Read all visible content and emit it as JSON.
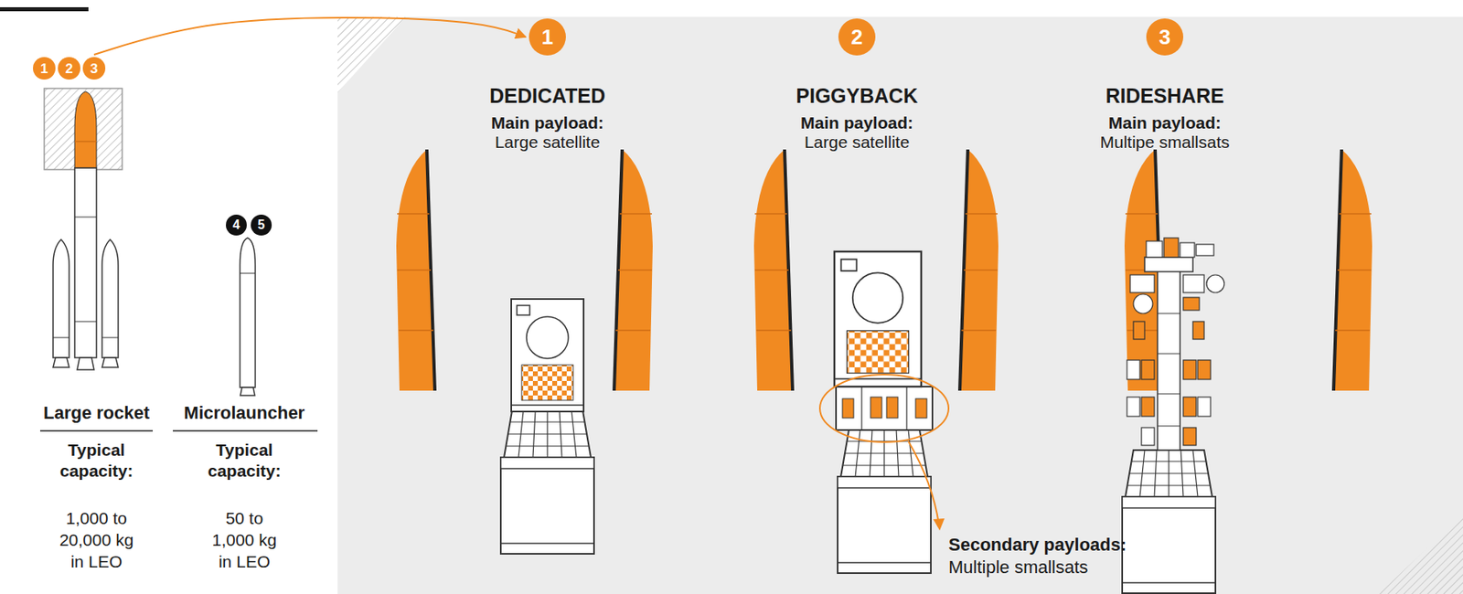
{
  "diagram": {
    "nodes": [
      {
        "text": [
          "1"
        ]
      },
      {
        "text": [
          "2"
        ]
      },
      {
        "text": [
          "3"
        ]
      },
      {
        "text": [
          "4"
        ]
      },
      {
        "text": [
          "5"
        ]
      },
      {
        "text": [
          "1"
        ]
      },
      {
        "text": [
          "2"
        ]
      },
      {
        "text": [
          "3"
        ]
      }
    ],
    "edges": [
      {
        "from": 2,
        "to": 5,
        "arrow": "to"
      }
    ],
    "labels": [
      "DEDICATED",
      "Main payload:",
      "Large satellite",
      "PIGGYBACK",
      "Main payload:",
      "Large satellite",
      "RIDESHARE",
      "Main payload:",
      "Multipe smallsats",
      "Large rocket",
      "Typical capacity:",
      "1,000 to 20,000 kg in LEO",
      "Microlauncher",
      "Typical capacity:",
      "50 to 1,000 kg in LEO",
      "Secondary payloads:",
      "Multiple smallsats"
    ]
  }
}
